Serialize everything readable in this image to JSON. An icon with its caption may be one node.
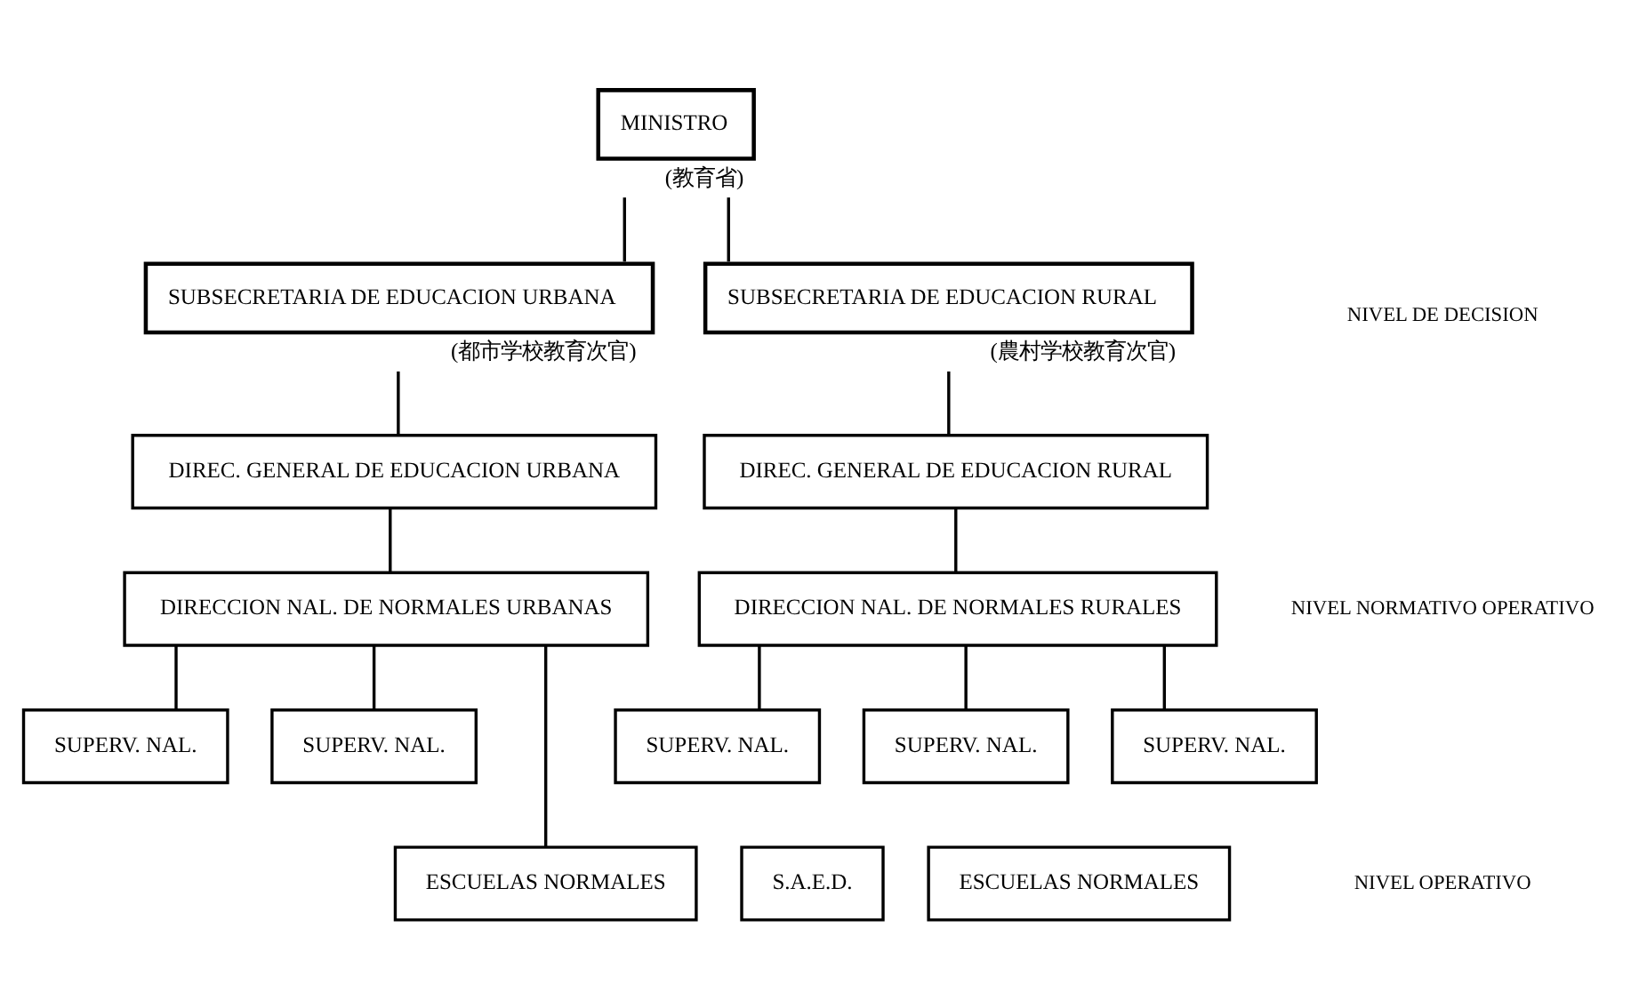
{
  "diagram": {
    "nodes": [
      {
        "text": [
          "MINISTRO"
        ],
        "beside": [
          "(教育省)"
        ]
      },
      {
        "text": [
          "SUBSECRETARIA DE EDUCACION URBANA"
        ],
        "beside": [
          "(都市学校教育次官)"
        ]
      },
      {
        "text": [
          "SUBSECRETARIA DE EDUCACION RURAL"
        ],
        "beside": [
          "(農村学校教育次官)"
        ]
      },
      {
        "text": [
          "DIREC. GENERAL DE EDUCACION URBANA"
        ]
      },
      {
        "text": [
          "DIREC. GENERAL DE EDUCACION RURAL"
        ]
      },
      {
        "text": [
          "DIRECCION NAL. DE NORMALES URBANAS"
        ]
      },
      {
        "text": [
          "DIRECCION NAL. DE NORMALES RURALES"
        ]
      },
      {
        "text": [
          "SUPERV. NAL."
        ]
      },
      {
        "text": [
          "SUPERV. NAL."
        ]
      },
      {
        "text": [
          "SUPERV. NAL."
        ]
      },
      {
        "text": [
          "SUPERV. NAL."
        ]
      },
      {
        "text": [
          "SUPERV. NAL."
        ]
      },
      {
        "text": [
          "ESCUELAS NORMALES"
        ]
      },
      {
        "text": [
          "S.A.E.D."
        ]
      },
      {
        "text": [
          "ESCUELAS NORMALES"
        ]
      }
    ],
    "edges": [
      {
        "from": 0,
        "to": 1,
        "arrow": "none"
      },
      {
        "from": 0,
        "to": 2,
        "arrow": "none"
      },
      {
        "from": 1,
        "to": 3,
        "arrow": "none"
      },
      {
        "from": 2,
        "to": 4,
        "arrow": "none"
      },
      {
        "from": 3,
        "to": 5,
        "arrow": "none"
      },
      {
        "from": 4,
        "to": 6,
        "arrow": "none"
      },
      {
        "from": 5,
        "to": 7,
        "arrow": "none"
      },
      {
        "from": 5,
        "to": 8,
        "arrow": "none"
      },
      {
        "from": 6,
        "to": 9,
        "arrow": "none"
      },
      {
        "from": 6,
        "to": 10,
        "arrow": "none"
      },
      {
        "from": 6,
        "to": 11,
        "arrow": "none"
      },
      {
        "from": 5,
        "to": 12,
        "arrow": "none"
      }
    ],
    "labels": [
      "NIVEL DE DECISION",
      "NIVEL NORMATIVO OPERATIVO",
      "NIVEL OPERATIVO"
    ]
  }
}
